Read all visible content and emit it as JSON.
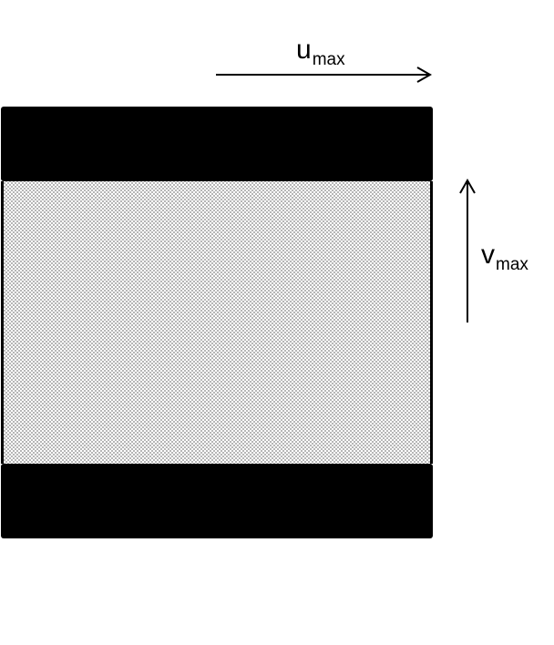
{
  "labels": {
    "u_main": "u",
    "u_sub": "max",
    "v_main": "v",
    "v_sub": "max"
  },
  "colors": {
    "band": "#000000",
    "dots": "#000000",
    "background": "#ffffff",
    "arrow": "#000000"
  }
}
